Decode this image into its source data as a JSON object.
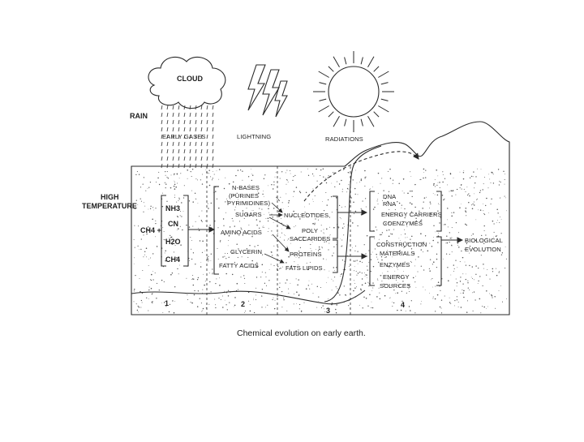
{
  "diagram": {
    "sky": {
      "cloud": "CLOUD",
      "rain": "RAIN",
      "early_gases": "EARLY GASES",
      "lightning": "LIGHTNING",
      "radiations": "RADIATIONS"
    },
    "high_temperature": [
      "HIGH",
      "TEMPERATURE"
    ],
    "ch4_plus": "CH4 +",
    "gases": [
      "NH3",
      "CN",
      "H2O",
      "CH4"
    ],
    "stage2": {
      "n_bases": "N-BASES",
      "purines": "(PURINES",
      "pyrimidines": "PYRIMIDINES)",
      "sugars": "SUGARS",
      "amino_acids": "AMINO  ACIDS",
      "glycerin": "GLYCERIN",
      "fatty_acids": "FATTY ACIDS"
    },
    "stage3": {
      "nucleotides": "NUCLEOTIDES,",
      "poly": "POLY",
      "saccarides": "SACCARIDES",
      "proteins": "PROTEINS",
      "fats_lipids": "FATS LIPIDS"
    },
    "stage4_top": [
      "DNA",
      "RNA",
      "ENERGY CARRIERS",
      "COENZYMES"
    ],
    "stage4_bottom": [
      "CONSTRUCTION",
      "MATERIALS",
      "ENZYMES",
      "ENERGY",
      "SOURCES"
    ],
    "outcome": [
      "BIOLOGICAL",
      "EVOLUTION"
    ],
    "stages": [
      "1",
      "2",
      "3",
      "4"
    ],
    "caption": "Chemical evolution on early earth."
  }
}
